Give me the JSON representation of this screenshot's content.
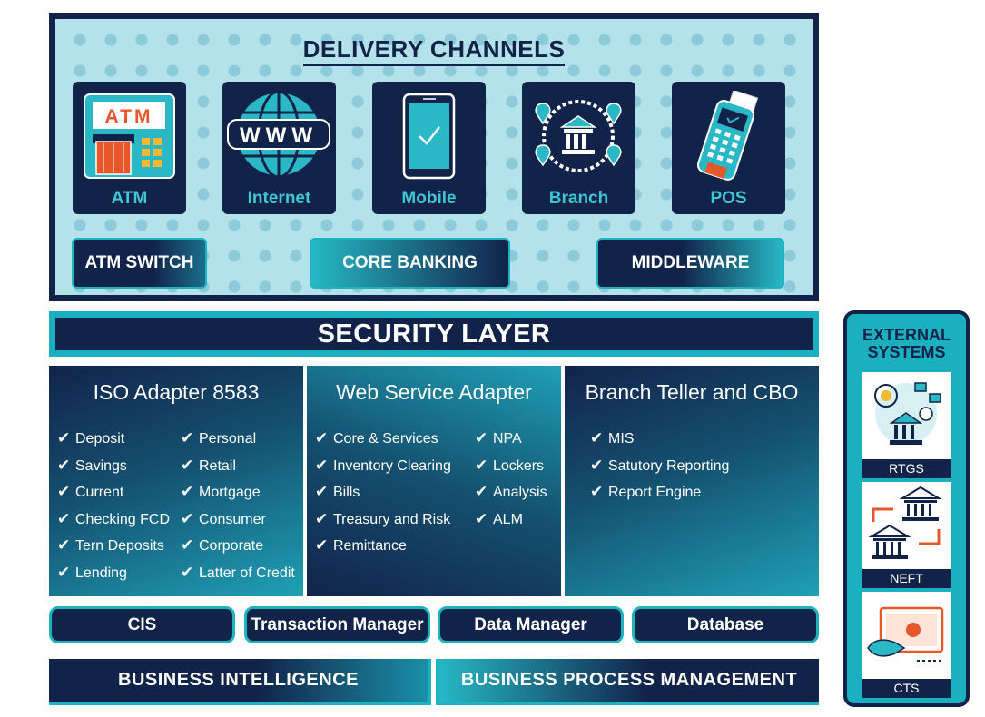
{
  "delivery": {
    "title": "DELIVERY CHANNELS",
    "channels": [
      {
        "label": "ATM",
        "icon": "atm-machine-icon"
      },
      {
        "label": "Internet",
        "icon": "www-globe-icon"
      },
      {
        "label": "Mobile",
        "icon": "mobile-phone-icon"
      },
      {
        "label": "Branch",
        "icon": "bank-branch-icon"
      },
      {
        "label": "POS",
        "icon": "pos-terminal-icon"
      }
    ],
    "systems": [
      "ATM SWITCH",
      "CORE BANKING",
      "MIDDLEWARE"
    ]
  },
  "security": {
    "label": "SECURITY LAYER"
  },
  "adapters": [
    {
      "title": "ISO Adapter 8583",
      "col1": [
        "Deposit",
        "Savings",
        "Current",
        "Checking FCD",
        "Tern Deposits",
        "Lending"
      ],
      "col2": [
        "Personal",
        "Retail",
        "Mortgage",
        "Consumer",
        "Corporate",
        "Latter of Credit"
      ]
    },
    {
      "title": "Web Service Adapter",
      "col1": [
        "Core & Services",
        "Inventory Clearing",
        "Bills",
        "Treasury and Risk",
        "Remittance"
      ],
      "col2": [
        "NPA",
        "Lockers",
        "Analysis",
        "ALM"
      ]
    },
    {
      "title": "Branch Teller and CBO",
      "col1": [
        "MIS",
        "Satutory Reporting",
        "Report Engine"
      ]
    }
  ],
  "managers": [
    "CIS",
    "Transaction Manager",
    "Data Manager",
    "Database"
  ],
  "bottom": [
    "BUSINESS INTELLIGENCE",
    "BUSINESS PROCESS MANAGEMENT"
  ],
  "external": {
    "title_line1": "EXTERNAL",
    "title_line2": "SYSTEMS",
    "items": [
      {
        "label": "RTGS",
        "icon": "rtgs-icon"
      },
      {
        "label": "NEFT",
        "icon": "neft-transfer-icon"
      },
      {
        "label": "CTS",
        "icon": "cheque-truncation-icon"
      }
    ]
  },
  "colors": {
    "navy": "#12234a",
    "teal": "#1bb0bf",
    "light_teal": "#b4e2ea",
    "channel_text": "#3fc6cf"
  }
}
